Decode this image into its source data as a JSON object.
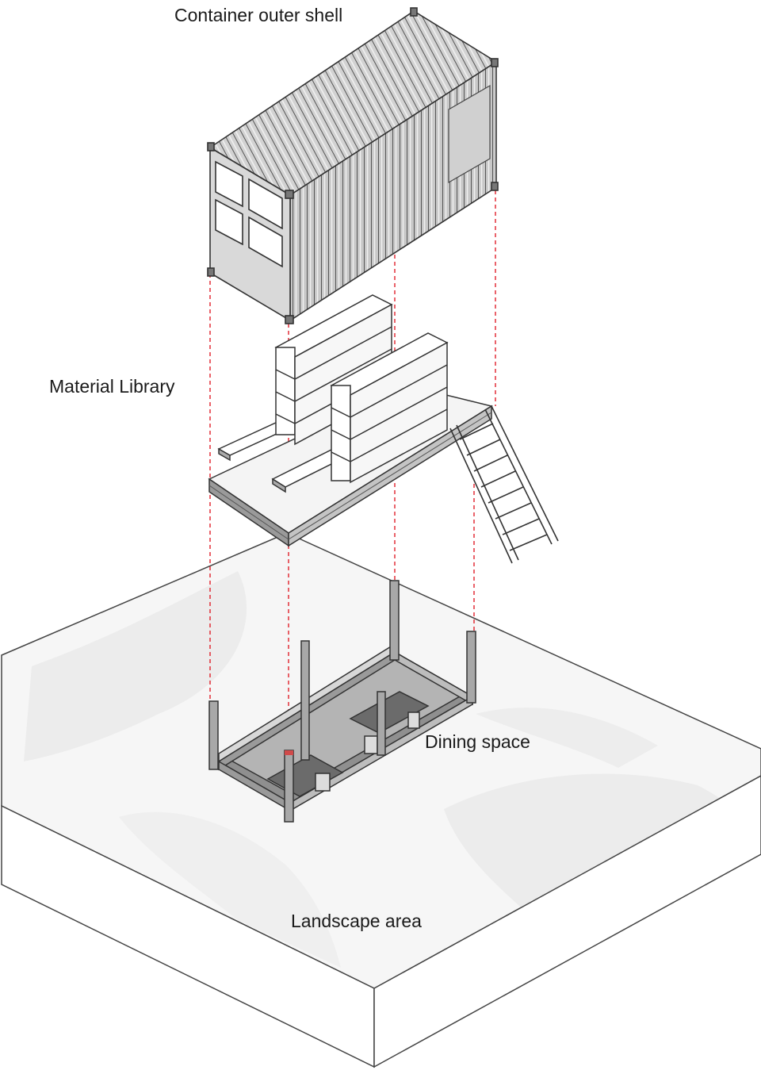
{
  "diagram": {
    "labels": {
      "container_shell": "Container outer shell",
      "material_library": "Material Library",
      "dining_space": "Dining space",
      "landscape_area": "Landscape area"
    },
    "colors": {
      "line": "#333333",
      "guide": "#e0202a",
      "ground_top": "#f4f4f4",
      "ground_side": "#ffffff",
      "metal": "#bdbdbd",
      "metal_dark": "#8a8a8a",
      "panel": "#d9d9d9",
      "floor": "#9a9a9a"
    }
  }
}
